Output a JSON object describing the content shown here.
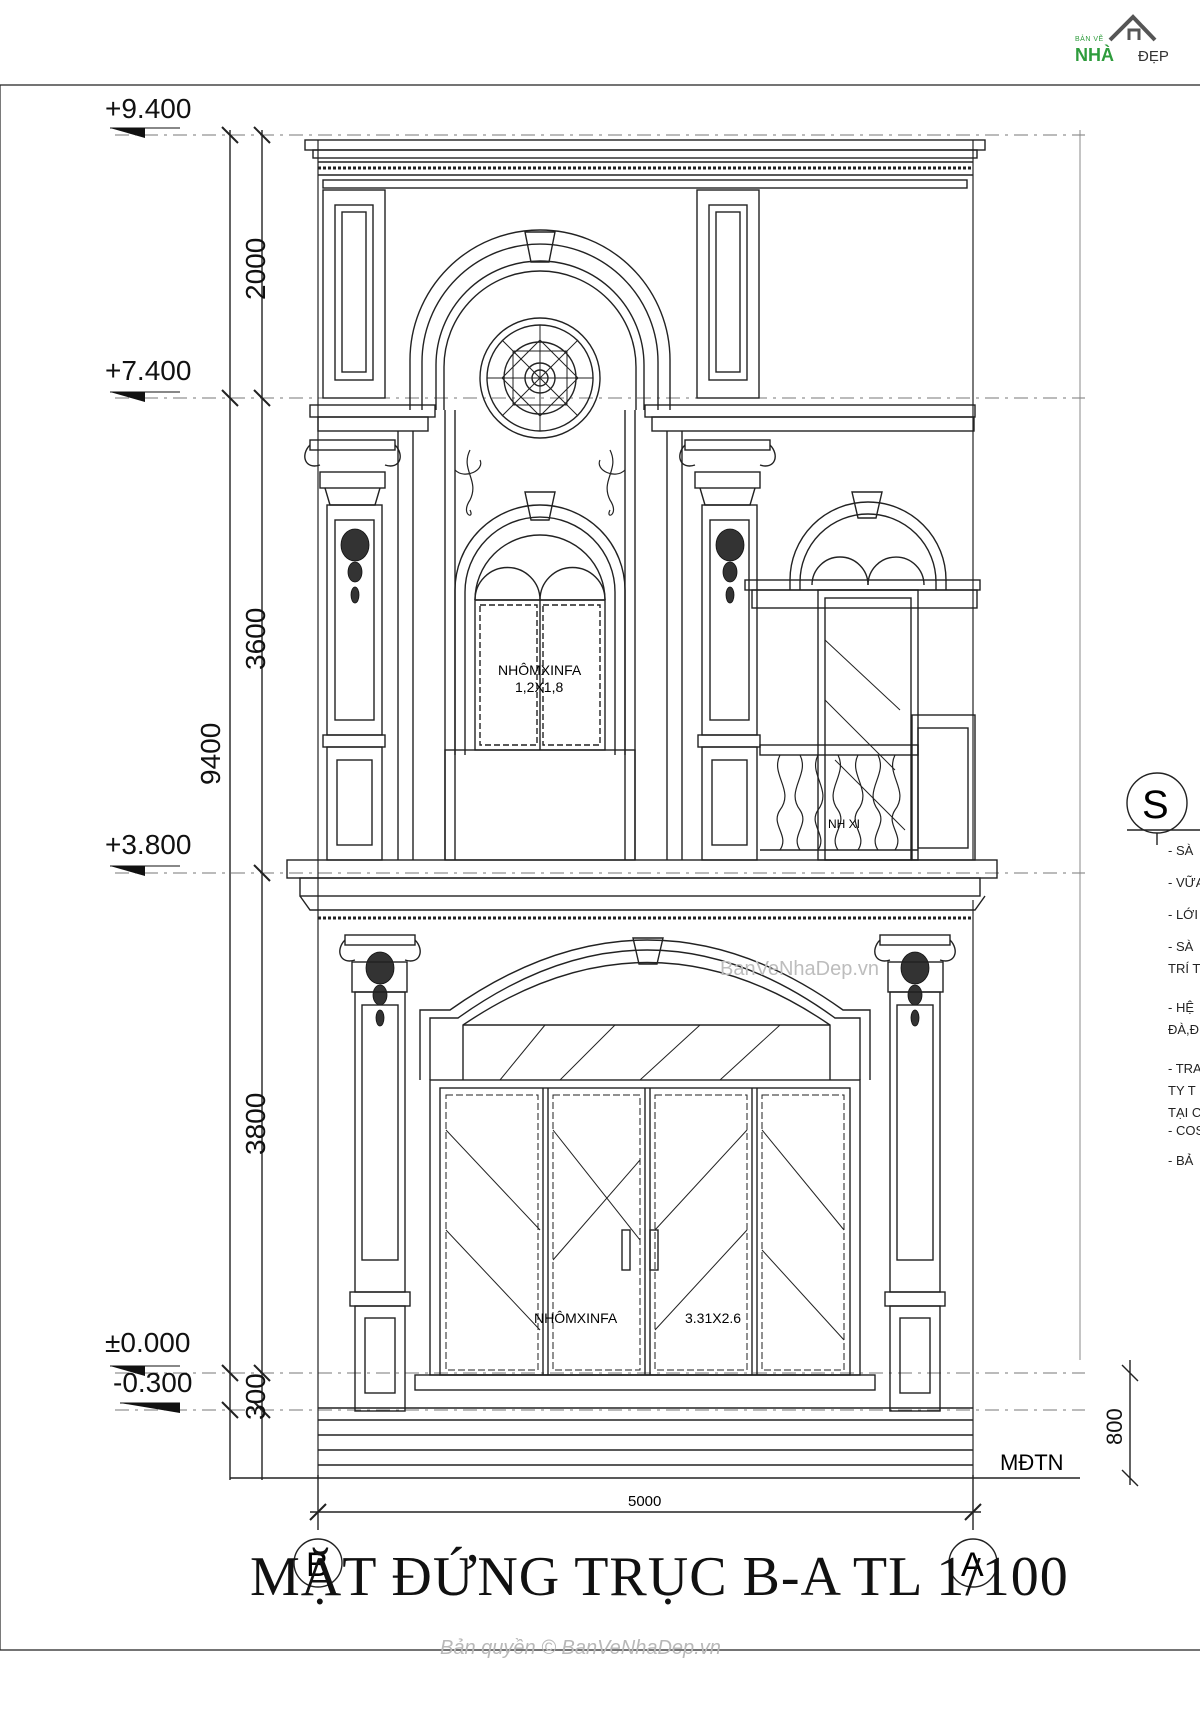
{
  "logo": {
    "small": "BẢN VẼ",
    "main": "NHÀ",
    "dep": "ĐẸP"
  },
  "levels": [
    "+9.400",
    "+7.400",
    "+3.800",
    "±0.000",
    "-0.300"
  ],
  "dims": {
    "d2000": "2000",
    "d3600": "3600",
    "d9400": "9400",
    "d3800": "3800",
    "d300": "300",
    "d800": "800",
    "d5000": "5000"
  },
  "labels": {
    "window_brand": "NHÔMXINFA",
    "window_size": "1,2X1,8",
    "balcony_text": "NH   XI",
    "door_brand": "NHÔMXINFA",
    "door_size": "3.31X2.6",
    "mdtn": "MĐTN"
  },
  "axes": {
    "left": "B",
    "right": "A"
  },
  "notes": {
    "symbol": "S",
    "items": [
      "- SÀ",
      "- VỮA",
      "- LỚI",
      "- SÀ",
      "TRÍ T",
      "- HỆ",
      "ĐÀ,Đ",
      "- TRA",
      "TY T",
      "TẠI C",
      "- COS",
      "- BẢ"
    ]
  },
  "title": "MẶT ĐỨNG TRỤC B-A TL 1/100",
  "watermark": "BanVeNhaDep.vn",
  "copyright": "Bản quyền © BanVeNhaDep.vn"
}
